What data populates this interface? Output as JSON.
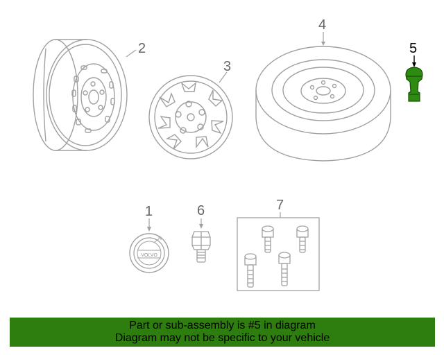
{
  "callouts": [
    {
      "id": "1",
      "label": "1"
    },
    {
      "id": "2",
      "label": "2"
    },
    {
      "id": "3",
      "label": "3"
    },
    {
      "id": "4",
      "label": "4"
    },
    {
      "id": "5",
      "label": "5"
    },
    {
      "id": "6",
      "label": "6"
    },
    {
      "id": "7",
      "label": "7"
    }
  ],
  "highlighted_part": "5",
  "center_cap_logo_text": "VOLVO",
  "banner": {
    "line1": "Part or sub-assembly is #5 in diagram",
    "line2": "Diagram may not be specific to your vehicle"
  },
  "colors": {
    "line": "#a0a0a0",
    "highlight_fill": "#2e8b12",
    "banner_bg": "#2e7d0f"
  }
}
